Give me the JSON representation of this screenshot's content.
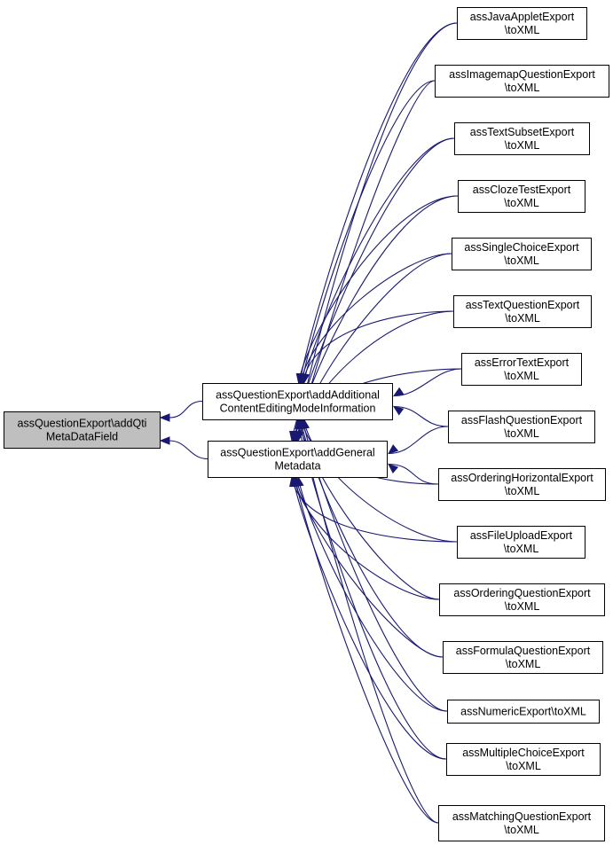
{
  "diagram": {
    "colors": {
      "edge": "#191970",
      "node_fill": "#ffffff",
      "highlight_fill": "#bfbfbf",
      "node_border": "#000000"
    },
    "nodes": [
      {
        "id": "root",
        "lines": [
          "assQuestionExport\\addQti",
          "MetaDataField"
        ],
        "highlight": true
      },
      {
        "id": "addl",
        "lines": [
          "assQuestionExport\\addAdditional",
          "ContentEditingModeInformation"
        ]
      },
      {
        "id": "gen",
        "lines": [
          "assQuestionExport\\addGeneral",
          "Metadata"
        ]
      },
      {
        "id": "java",
        "lines": [
          "assJavaAppletExport",
          "\\toXML"
        ]
      },
      {
        "id": "imagemap",
        "lines": [
          "assImagemapQuestionExport",
          "\\toXML"
        ]
      },
      {
        "id": "textsubset",
        "lines": [
          "assTextSubsetExport",
          "\\toXML"
        ]
      },
      {
        "id": "cloze",
        "lines": [
          "assClozeTestExport",
          "\\toXML"
        ]
      },
      {
        "id": "single",
        "lines": [
          "assSingleChoiceExport",
          "\\toXML"
        ]
      },
      {
        "id": "textq",
        "lines": [
          "assTextQuestionExport",
          "\\toXML"
        ]
      },
      {
        "id": "errortext",
        "lines": [
          "assErrorTextExport",
          "\\toXML"
        ]
      },
      {
        "id": "flash",
        "lines": [
          "assFlashQuestionExport",
          "\\toXML"
        ]
      },
      {
        "id": "ordhoriz",
        "lines": [
          "assOrderingHorizontalExport",
          "\\toXML"
        ]
      },
      {
        "id": "fileupload",
        "lines": [
          "assFileUploadExport",
          "\\toXML"
        ]
      },
      {
        "id": "ordq",
        "lines": [
          "assOrderingQuestionExport",
          "\\toXML"
        ]
      },
      {
        "id": "formula",
        "lines": [
          "assFormulaQuestionExport",
          "\\toXML"
        ]
      },
      {
        "id": "numeric",
        "lines": [
          "assNumericExport\\toXML"
        ]
      },
      {
        "id": "multiple",
        "lines": [
          "assMultipleChoiceExport",
          "\\toXML"
        ]
      },
      {
        "id": "matching",
        "lines": [
          "assMatchingQuestionExport",
          "\\toXML"
        ]
      }
    ],
    "edges": [
      {
        "from": "addl",
        "to": "root"
      },
      {
        "from": "gen",
        "to": "root"
      },
      {
        "from": "java",
        "to": "addl"
      },
      {
        "from": "java",
        "to": "gen"
      },
      {
        "from": "imagemap",
        "to": "addl"
      },
      {
        "from": "imagemap",
        "to": "gen"
      },
      {
        "from": "textsubset",
        "to": "addl"
      },
      {
        "from": "textsubset",
        "to": "gen"
      },
      {
        "from": "cloze",
        "to": "addl"
      },
      {
        "from": "cloze",
        "to": "gen"
      },
      {
        "from": "single",
        "to": "addl"
      },
      {
        "from": "single",
        "to": "gen"
      },
      {
        "from": "textq",
        "to": "addl"
      },
      {
        "from": "textq",
        "to": "gen"
      },
      {
        "from": "errortext",
        "to": "addl"
      },
      {
        "from": "errortext",
        "to": "gen"
      },
      {
        "from": "flash",
        "to": "addl"
      },
      {
        "from": "flash",
        "to": "gen"
      },
      {
        "from": "ordhoriz",
        "to": "addl"
      },
      {
        "from": "ordhoriz",
        "to": "gen"
      },
      {
        "from": "fileupload",
        "to": "addl"
      },
      {
        "from": "fileupload",
        "to": "gen"
      },
      {
        "from": "ordq",
        "to": "addl"
      },
      {
        "from": "ordq",
        "to": "gen"
      },
      {
        "from": "formula",
        "to": "addl"
      },
      {
        "from": "formula",
        "to": "gen"
      },
      {
        "from": "numeric",
        "to": "addl"
      },
      {
        "from": "numeric",
        "to": "gen"
      },
      {
        "from": "multiple",
        "to": "addl"
      },
      {
        "from": "multiple",
        "to": "gen"
      },
      {
        "from": "matching",
        "to": "addl"
      },
      {
        "from": "matching",
        "to": "gen"
      }
    ]
  }
}
